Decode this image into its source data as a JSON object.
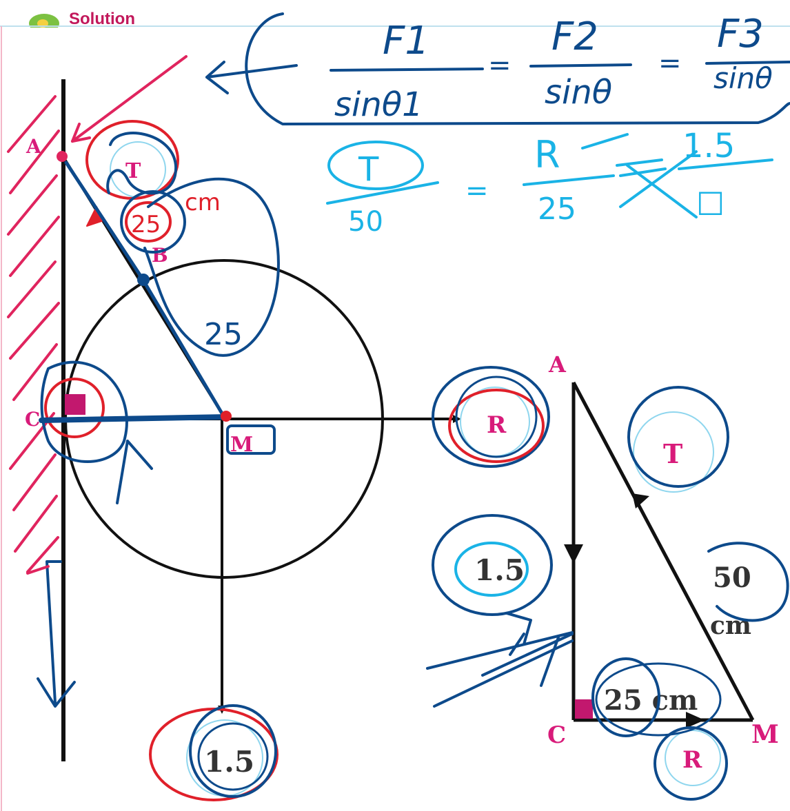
{
  "header": {
    "title": "Solution",
    "icon": "leaf-icon"
  },
  "colors": {
    "magenta": "#d81b7a",
    "pink_ink": "#e0245e",
    "red_ink": "#e0202a",
    "blue_ink": "#0d4a8b",
    "cyan_ink": "#1ab3e6",
    "black": "#111111"
  },
  "diagram_left": {
    "points": {
      "A": "A",
      "B": "B",
      "C": "C",
      "M": "M"
    },
    "tension": "T",
    "reaction": "R",
    "weight": "1.5"
  },
  "diagram_right": {
    "points": {
      "A": "A",
      "C": "C",
      "M": "M"
    },
    "tension": "T",
    "reaction": "R",
    "weight": "1.5",
    "hyp_num": "50",
    "hyp_unit": "cm",
    "base": "25 cm"
  },
  "handwriting": {
    "ab_length": "25",
    "ab_unit": "cm",
    "bm_length": "25",
    "eq1": {
      "num1": "F1",
      "den1": "sinθ1",
      "num2": "F2",
      "den2": "sinθ",
      "num3": "F3",
      "den3": "sinθ"
    },
    "eq2": {
      "num1": "T",
      "den1": "50",
      "num2": "R",
      "den2": "25",
      "num3": "1.5",
      "den3": "☐"
    }
  }
}
